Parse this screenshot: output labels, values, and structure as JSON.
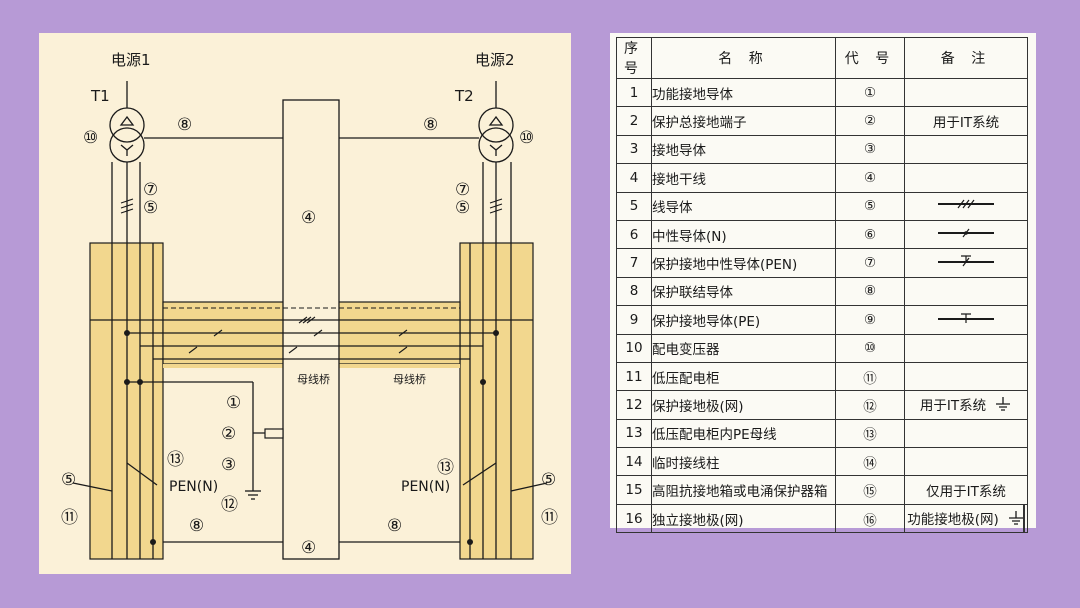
{
  "diagram": {
    "source1_label": "电源1",
    "source2_label": "电源2",
    "t1_label": "T1",
    "t2_label": "T2",
    "busbar_bridge_label_left": "母线桥",
    "busbar_bridge_label_right": "母线桥",
    "pen_label_left": "PEN(N)",
    "pen_label_right": "PEN(N)",
    "circled": {
      "c1": "①",
      "c2": "②",
      "c3": "③",
      "c4": "④",
      "c5": "⑤",
      "c7": "⑦",
      "c8": "⑧",
      "c10": "⑩",
      "c11": "⑪",
      "c12": "⑫",
      "c13": "⑬"
    },
    "colors": {
      "cabinet_fill": "#f2d78e",
      "line": "#1a1a1a",
      "panel_bg": "#fbf1d8",
      "page_bg": "#b79ad6"
    }
  },
  "legend": {
    "headers": {
      "no": "序号",
      "name": "名 称",
      "code": "代 号",
      "note": "备 注"
    },
    "rows": [
      {
        "no": "1",
        "name": "功能接地导体",
        "code": "①",
        "note": ""
      },
      {
        "no": "2",
        "name": "保护总接地端子",
        "code": "②",
        "note": "用于IT系统"
      },
      {
        "no": "3",
        "name": "接地导体",
        "code": "③",
        "note": ""
      },
      {
        "no": "4",
        "name": "接地干线",
        "code": "④",
        "note": ""
      },
      {
        "no": "5",
        "name": "线导体",
        "code": "⑤",
        "note": "",
        "symbol": "line-conductor-symbol"
      },
      {
        "no": "6",
        "name": "中性导体(N)",
        "code": "⑥",
        "note": "",
        "symbol": "neutral-conductor-symbol"
      },
      {
        "no": "7",
        "name": "保护接地中性导体(PEN)",
        "code": "⑦",
        "note": "",
        "symbol": "pen-conductor-symbol"
      },
      {
        "no": "8",
        "name": "保护联结导体",
        "code": "⑧",
        "note": ""
      },
      {
        "no": "9",
        "name": "保护接地导体(PE)",
        "code": "⑨",
        "note": "",
        "symbol": "pe-conductor-symbol"
      },
      {
        "no": "10",
        "name": "配电变压器",
        "code": "⑩",
        "note": ""
      },
      {
        "no": "11",
        "name": "低压配电柜",
        "code": "⑪",
        "note": ""
      },
      {
        "no": "12",
        "name": "保护接地极(网)",
        "code": "⑫",
        "note": "用于IT系统",
        "symbol": "earth-symbol"
      },
      {
        "no": "13",
        "name": "低压配电柜内PE母线",
        "code": "⑬",
        "note": ""
      },
      {
        "no": "14",
        "name": "临时接线柱",
        "code": "⑭",
        "note": ""
      },
      {
        "no": "15",
        "name": "高阻抗接地箱或电涌保护器箱",
        "code": "⑮",
        "note": "仅用于IT系统"
      },
      {
        "no": "16",
        "name": "独立接地极(网)",
        "code": "⑯",
        "note": "功能接地极(网)",
        "symbol": "earth-symbol"
      }
    ]
  }
}
